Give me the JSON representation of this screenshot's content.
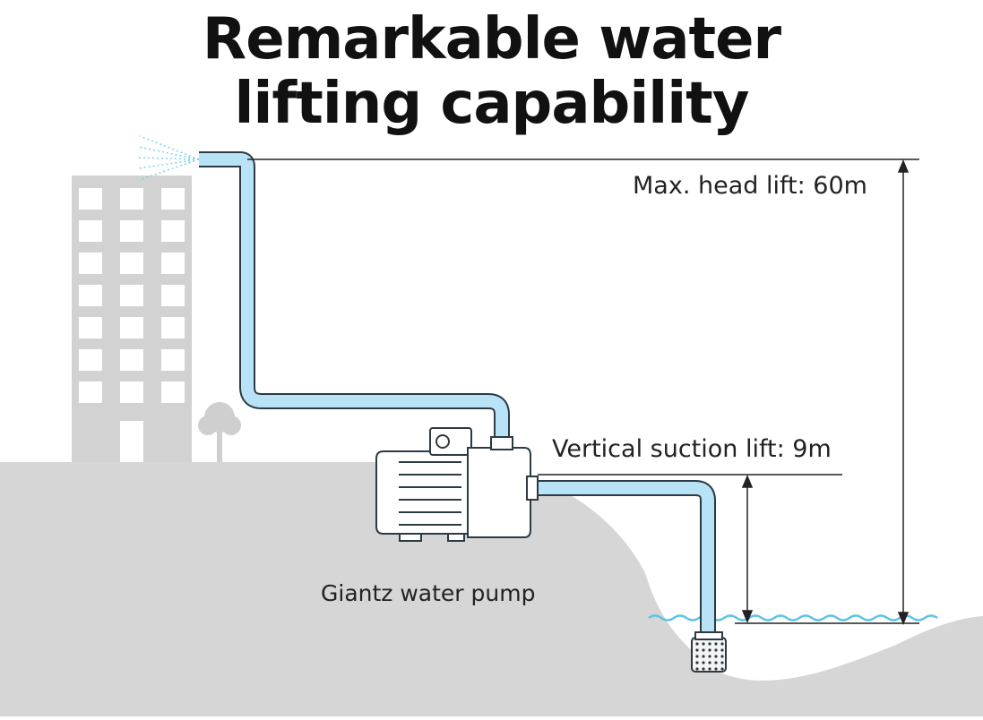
{
  "title": {
    "line1": "Remarkable water",
    "line2": "lifting capability"
  },
  "labels": {
    "max_head_lift": "Max. head lift: 60m",
    "vertical_suction_lift": "Vertical suction lift: 9m",
    "pump_name": "Giantz water pump"
  },
  "colors": {
    "pipe": "#b8e3f7",
    "pipe_outline": "#2c3a44",
    "ground": "#d6d6d6",
    "building": "#d2d2d2",
    "water": "#5bc3e6",
    "spray": "#7fd1ee"
  }
}
